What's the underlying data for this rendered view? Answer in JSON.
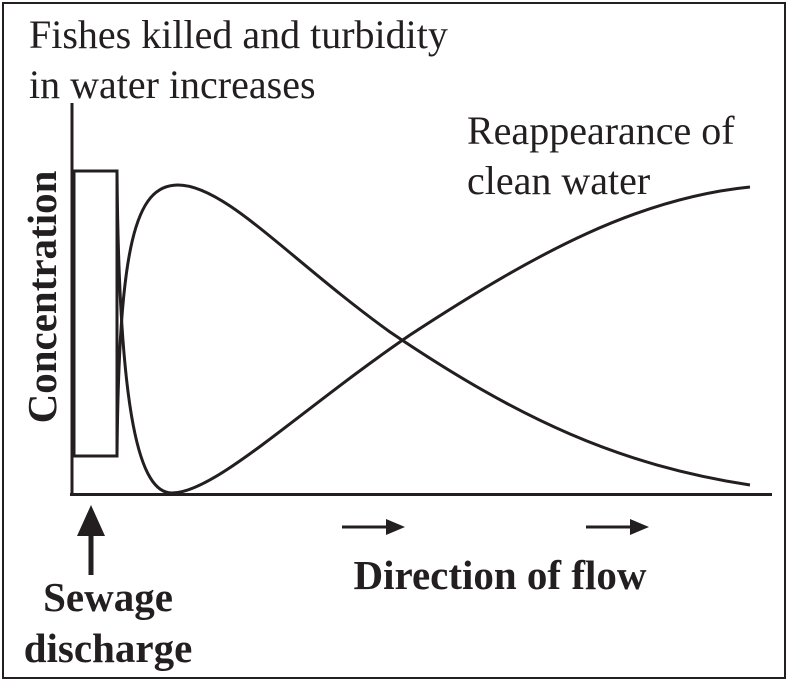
{
  "diagram": {
    "ylabel": "Concentration",
    "annotation_left_line1": "Fishes killed and turbidity",
    "annotation_left_line2": "in water increases",
    "annotation_right_line1": "Reappearance of",
    "annotation_right_line2": "clean water",
    "sewage_line1": "Sewage",
    "sewage_line2": "discharge",
    "flow_label": "Direction of flow",
    "colors": {
      "ink": "#231f20",
      "background": "#ffffff"
    }
  }
}
